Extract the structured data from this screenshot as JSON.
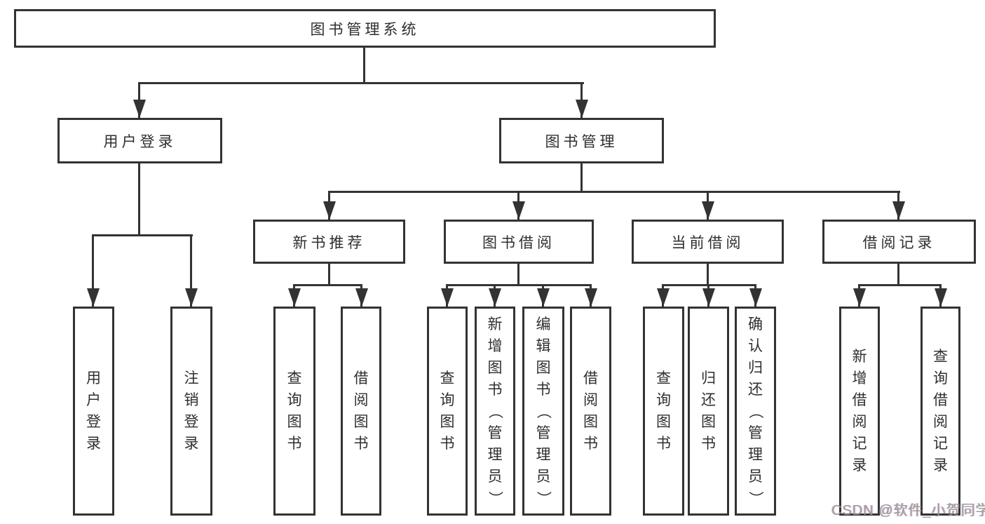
{
  "diagram": {
    "title": "图书管理系统",
    "level1": [
      {
        "id": "user-login",
        "label": "用户登录"
      },
      {
        "id": "book-management",
        "label": "图书管理"
      }
    ],
    "level2": [
      {
        "id": "new-book-recommend",
        "parent": "图书管理",
        "label": "新书推荐"
      },
      {
        "id": "book-borrow",
        "parent": "图书管理",
        "label": "图书借阅"
      },
      {
        "id": "current-borrow",
        "parent": "图书管理",
        "label": "当前借阅"
      },
      {
        "id": "borrow-records",
        "parent": "图书管理",
        "label": "借阅记录"
      }
    ],
    "leaves": [
      {
        "parent": "用户登录",
        "label": "用户登录"
      },
      {
        "parent": "用户登录",
        "label": "注销登录"
      },
      {
        "parent": "新书推荐",
        "label": "查询图书"
      },
      {
        "parent": "新书推荐",
        "label": "借阅图书"
      },
      {
        "parent": "图书借阅",
        "label": "查询图书"
      },
      {
        "parent": "图书借阅",
        "label": "新增图书（管理员）"
      },
      {
        "parent": "图书借阅",
        "label": "编辑图书（管理员）"
      },
      {
        "parent": "图书借阅",
        "label": "借阅图书"
      },
      {
        "parent": "当前借阅",
        "label": "查询图书"
      },
      {
        "parent": "当前借阅",
        "label": "归还图书"
      },
      {
        "parent": "当前借阅",
        "label": "确认归还（管理员）"
      },
      {
        "parent": "借阅记录",
        "label": "新增借阅记录"
      },
      {
        "parent": "借阅记录",
        "label": "查询借阅记录"
      }
    ],
    "watermark": "CSDN @软件_小贺同学",
    "colors": {
      "line": "#333333",
      "node_border": "#333333",
      "node_background": "#ffffff",
      "text": "#2f2f2f",
      "watermark": "#949494",
      "page_background": "#ffffff"
    }
  }
}
